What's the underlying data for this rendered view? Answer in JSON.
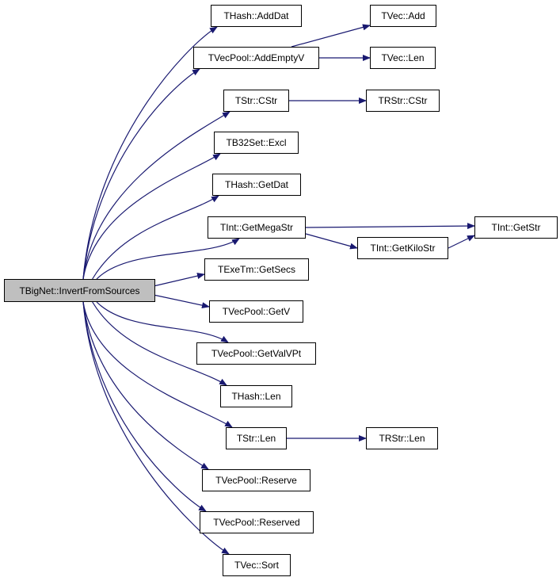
{
  "root": {
    "id": "root",
    "label": "TBigNet::InvertFromSources"
  },
  "nodes": [
    {
      "id": "hash_adddat",
      "label": "THash::AddDat"
    },
    {
      "id": "vp_addemptyv",
      "label": "TVecPool::AddEmptyV"
    },
    {
      "id": "str_cstr",
      "label": "TStr::CStr"
    },
    {
      "id": "b32_excl",
      "label": "TB32Set::Excl"
    },
    {
      "id": "hash_getdat",
      "label": "THash::GetDat"
    },
    {
      "id": "int_getmegastr",
      "label": "TInt::GetMegaStr"
    },
    {
      "id": "exetm_getsecs",
      "label": "TExeTm::GetSecs"
    },
    {
      "id": "vp_getv",
      "label": "TVecPool::GetV"
    },
    {
      "id": "vp_getvalvpt",
      "label": "TVecPool::GetValVPt"
    },
    {
      "id": "hash_len",
      "label": "THash::Len"
    },
    {
      "id": "str_len",
      "label": "TStr::Len"
    },
    {
      "id": "vp_reserve",
      "label": "TVecPool::Reserve"
    },
    {
      "id": "vp_reserved",
      "label": "TVecPool::Reserved"
    },
    {
      "id": "vec_sort",
      "label": "TVec::Sort"
    },
    {
      "id": "vec_add",
      "label": "TVec::Add"
    },
    {
      "id": "vec_len",
      "label": "TVec::Len"
    },
    {
      "id": "rstr_cstr",
      "label": "TRStr::CStr"
    },
    {
      "id": "int_getstr",
      "label": "TInt::GetStr"
    },
    {
      "id": "int_getkilostr",
      "label": "TInt::GetKiloStr"
    },
    {
      "id": "rstr_len",
      "label": "TRStr::Len"
    }
  ],
  "edges": [
    [
      "root",
      "hash_adddat"
    ],
    [
      "root",
      "vp_addemptyv"
    ],
    [
      "root",
      "str_cstr"
    ],
    [
      "root",
      "b32_excl"
    ],
    [
      "root",
      "hash_getdat"
    ],
    [
      "root",
      "int_getmegastr"
    ],
    [
      "root",
      "exetm_getsecs"
    ],
    [
      "root",
      "vp_getv"
    ],
    [
      "root",
      "vp_getvalvpt"
    ],
    [
      "root",
      "hash_len"
    ],
    [
      "root",
      "str_len"
    ],
    [
      "root",
      "vp_reserve"
    ],
    [
      "root",
      "vp_reserved"
    ],
    [
      "root",
      "vec_sort"
    ],
    [
      "vp_addemptyv",
      "vec_add"
    ],
    [
      "vp_addemptyv",
      "vec_len"
    ],
    [
      "str_cstr",
      "rstr_cstr"
    ],
    [
      "int_getmegastr",
      "int_getstr"
    ],
    [
      "int_getmegastr",
      "int_getkilostr"
    ],
    [
      "int_getkilostr",
      "int_getstr"
    ],
    [
      "str_len",
      "rstr_len"
    ]
  ],
  "colors": {
    "edge": "#191970",
    "root_fill": "#bfbfbf"
  }
}
